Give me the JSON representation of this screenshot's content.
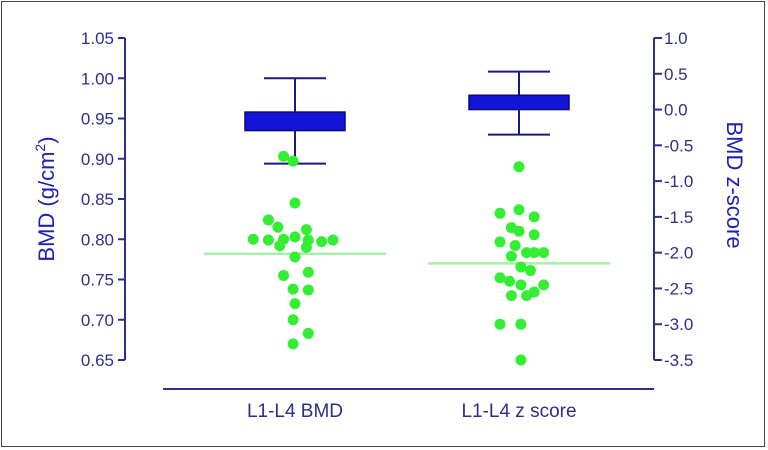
{
  "chart_data": {
    "type": "scatter",
    "title": "",
    "categories": [
      "L1-L4 BMD",
      "L1-L4 z score"
    ],
    "left_axis": {
      "label_main": "BMD (g/cm",
      "label_sup": "2",
      "label_close": ")",
      "ylim": [
        0.65,
        1.05
      ],
      "ticks": [
        "0.65",
        "0.70",
        "0.75",
        "0.80",
        "0.85",
        "0.90",
        "0.95",
        "1.00",
        "1.05"
      ]
    },
    "right_axis": {
      "label": "BMD z-score",
      "ylim": [
        -3.5,
        1.0
      ],
      "ticks": [
        "-3.5",
        "-3.0",
        "-2.5",
        "-2.0",
        "-1.5",
        "-1.0",
        "-0.5",
        "0.0",
        "0.5",
        "1.0"
      ]
    },
    "reference_boxes": [
      {
        "category": "L1-L4 BMD",
        "axis": "left",
        "whisker_low": 0.894,
        "q1": 0.935,
        "q3": 0.958,
        "whisker_high": 1.0
      },
      {
        "category": "L1-L4 z score",
        "axis": "right",
        "whisker_low": -0.35,
        "q1": 0.0,
        "q3": 0.2,
        "whisker_high": 0.53
      }
    ],
    "series": [
      {
        "category": "L1-L4 BMD",
        "axis": "left",
        "points": [
          {
            "offset": -0.3,
            "y": 0.903
          },
          {
            "offset": -0.05,
            "y": 0.897
          },
          {
            "offset": 0.0,
            "y": 0.845
          },
          {
            "offset": -0.7,
            "y": 0.824
          },
          {
            "offset": -0.45,
            "y": 0.815
          },
          {
            "offset": 0.3,
            "y": 0.812
          },
          {
            "offset": -1.1,
            "y": 0.8
          },
          {
            "offset": -0.7,
            "y": 0.799
          },
          {
            "offset": -0.3,
            "y": 0.8
          },
          {
            "offset": 0.0,
            "y": 0.803
          },
          {
            "offset": 0.35,
            "y": 0.799
          },
          {
            "offset": 0.7,
            "y": 0.797
          },
          {
            "offset": 1.0,
            "y": 0.799
          },
          {
            "offset": -0.4,
            "y": 0.792
          },
          {
            "offset": 0.3,
            "y": 0.79
          },
          {
            "offset": 0.0,
            "y": 0.778
          },
          {
            "offset": 0.35,
            "y": 0.759
          },
          {
            "offset": -0.3,
            "y": 0.755
          },
          {
            "offset": 0.35,
            "y": 0.737
          },
          {
            "offset": -0.05,
            "y": 0.738
          },
          {
            "offset": 0.0,
            "y": 0.72
          },
          {
            "offset": -0.05,
            "y": 0.7
          },
          {
            "offset": 0.35,
            "y": 0.683
          },
          {
            "offset": -0.05,
            "y": 0.67
          }
        ]
      },
      {
        "category": "L1-L4 z score",
        "axis": "right",
        "points": [
          {
            "offset": 0.0,
            "y": -0.8
          },
          {
            "offset": -0.5,
            "y": -1.45
          },
          {
            "offset": 0.0,
            "y": -1.4
          },
          {
            "offset": 0.4,
            "y": -1.5
          },
          {
            "offset": -0.2,
            "y": -1.65
          },
          {
            "offset": 0.0,
            "y": -1.7
          },
          {
            "offset": 0.4,
            "y": -1.75
          },
          {
            "offset": -0.5,
            "y": -1.85
          },
          {
            "offset": -0.1,
            "y": -1.9
          },
          {
            "offset": 0.2,
            "y": -2.0
          },
          {
            "offset": 0.4,
            "y": -2.0
          },
          {
            "offset": 0.65,
            "y": -2.0
          },
          {
            "offset": -0.2,
            "y": -2.05
          },
          {
            "offset": 0.3,
            "y": -2.25
          },
          {
            "offset": 0.05,
            "y": -2.2
          },
          {
            "offset": -0.5,
            "y": -2.35
          },
          {
            "offset": -0.25,
            "y": -2.4
          },
          {
            "offset": 0.65,
            "y": -2.45
          },
          {
            "offset": 0.05,
            "y": -2.45
          },
          {
            "offset": 0.4,
            "y": -2.55
          },
          {
            "offset": -0.2,
            "y": -2.6
          },
          {
            "offset": 0.2,
            "y": -2.6
          },
          {
            "offset": -0.5,
            "y": -3.0
          },
          {
            "offset": 0.05,
            "y": -3.0
          },
          {
            "offset": 0.05,
            "y": -3.5
          }
        ]
      }
    ],
    "reference_lines": [
      {
        "category": "L1-L4 BMD",
        "axis": "left",
        "y": 0.782
      },
      {
        "category": "L1-L4 z score",
        "axis": "right",
        "y": -2.15
      }
    ],
    "colors": {
      "axis": "#2e2e8c",
      "box": "#1414d8",
      "box_edge": "#0a0a7a",
      "whisker": "#1a1a80",
      "points": "#33ee33",
      "median_line": "#a8f0a8",
      "left_title": "#1f1fb8",
      "right_title": "#1f1fb8"
    }
  }
}
